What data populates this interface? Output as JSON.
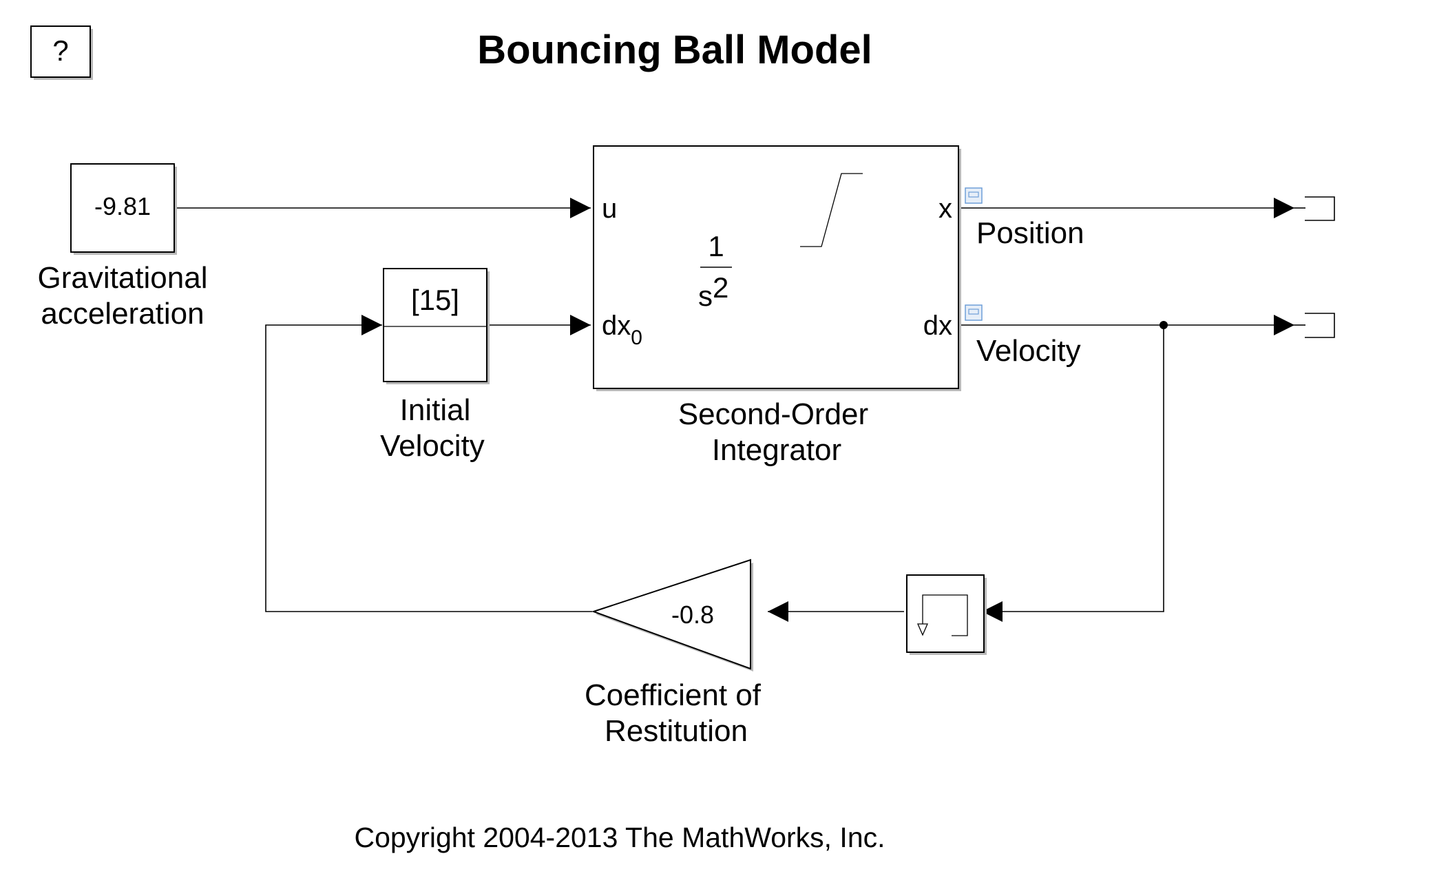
{
  "title": "Bouncing Ball Model",
  "help_button_label": "?",
  "copyright": "Copyright 2004-2013 The MathWorks, Inc.",
  "blocks": {
    "gravity": {
      "value": "-9.81",
      "label_line1": "Gravitational",
      "label_line2": "acceleration"
    },
    "initial_velocity": {
      "value": "[15]",
      "label_line1": "Initial",
      "label_line2": "Velocity"
    },
    "integrator": {
      "numerator": "1",
      "denominator_base": "s",
      "denominator_exponent": "2",
      "input_u": "u",
      "input_dx0_base": "dx",
      "input_dx0_sub": "0",
      "output_x": "x",
      "output_dx": "dx",
      "label_line1": "Second-Order",
      "label_line2": "Integrator"
    },
    "gain": {
      "value": "-0.8",
      "label_line1": "Coefficient of",
      "label_line2": "Restitution"
    }
  },
  "signals": {
    "position": "Position",
    "velocity": "Velocity"
  },
  "colors": {
    "line": "#000000",
    "background": "#ffffff",
    "shadow": "#b8b8b8",
    "logging_badge": "#6f9fd8"
  }
}
